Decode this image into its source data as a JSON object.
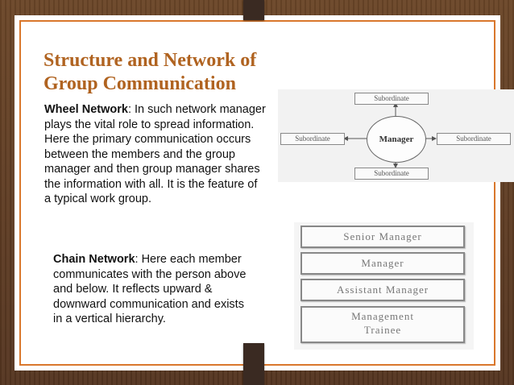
{
  "slide": {
    "title_line1": "Structure and Network of",
    "title_line2": "Group Communication"
  },
  "wheel": {
    "label": "Wheel Network",
    "text": ": In such network manager plays the vital role to spread information. Here the primary communication occurs between the members and the group manager and then group manager shares the information with all. It is the feature of a typical work group.",
    "diagram": {
      "center": "Manager",
      "top": "Subordinate",
      "left": "Subordinate",
      "right": "Subordinate",
      "bottom": "Subordinate"
    }
  },
  "chain": {
    "label": "Chain Network",
    "text": ": Here each member communicates with the person above and below. It reflects upward & downward communication and exists in a vertical hierarchy.",
    "diagram": {
      "levels": [
        "Senior Manager",
        "Manager",
        "Assistant Manager",
        "Management",
        "Trainee"
      ]
    }
  },
  "colors": {
    "title": "#b06320",
    "border": "#d9772c",
    "background": "#5c3b22"
  }
}
